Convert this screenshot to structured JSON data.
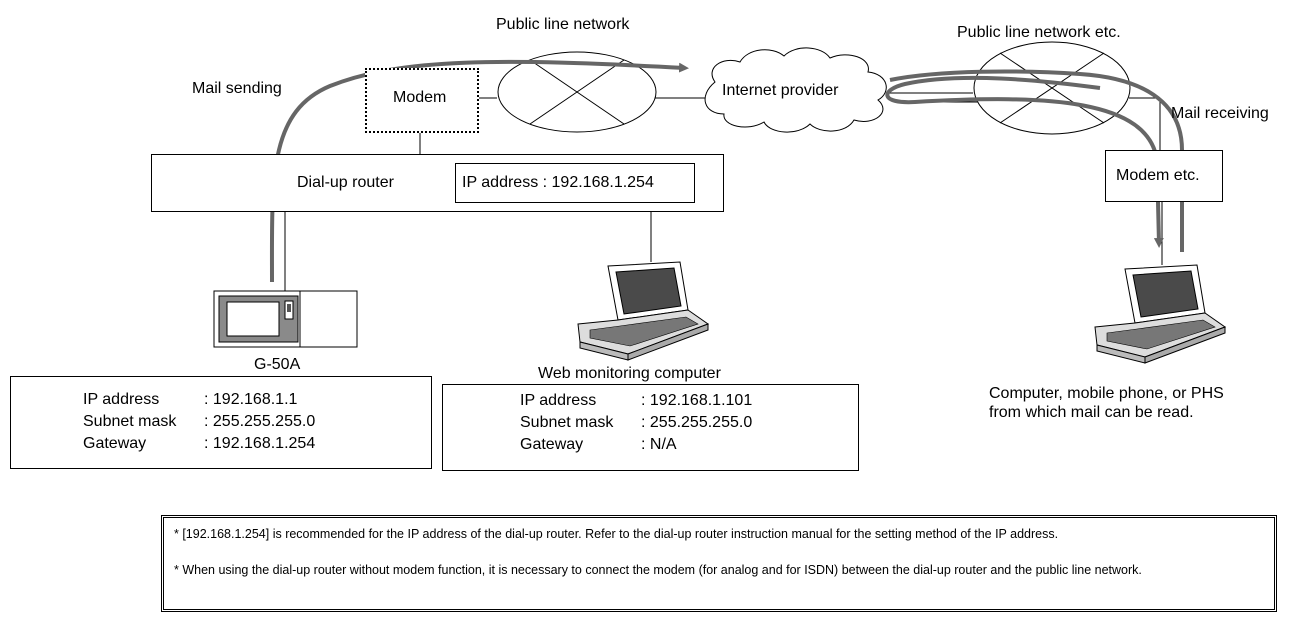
{
  "labels": {
    "public_line_network": "Public line network",
    "public_line_network_etc": "Public line network etc.",
    "mail_sending": "Mail sending",
    "mail_receiving": "Mail receiving",
    "modem": "Modem",
    "internet_provider": "Internet provider",
    "dialup_router": "Dial-up router",
    "router_ip": "IP address : 192.168.1.254",
    "modem_etc": "Modem etc.",
    "g50a": "G-50A",
    "web_monitoring": "Web monitoring computer",
    "mail_client_line1": "Computer, mobile phone, or PHS",
    "mail_client_line2": "from which mail can be read."
  },
  "g50a_info": {
    "ip_key": "IP address",
    "ip_val": ": 192.168.1.1",
    "mask_key": "Subnet mask",
    "mask_val": ": 255.255.255.0",
    "gw_key": "Gateway",
    "gw_val": ": 192.168.1.254"
  },
  "web_info": {
    "ip_key": "IP address",
    "ip_val": ": 192.168.1.101",
    "mask_key": "Subnet mask",
    "mask_val": ": 255.255.255.0",
    "gw_key": "Gateway",
    "gw_val": ": N/A"
  },
  "notes": {
    "note1": "* [192.168.1.254] is recommended for the IP address of the dial-up router. Refer to the dial-up router instruction manual for the setting method of the IP address.",
    "note2": "* When using the dial-up router without modem function, it is necessary to connect the modem (for analog and for ISDN) between the dial-up router and the public line network."
  }
}
